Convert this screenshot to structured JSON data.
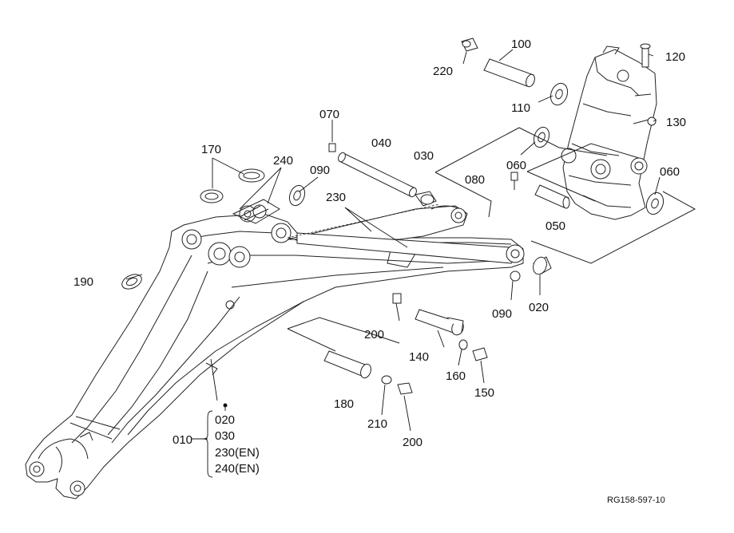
{
  "diagram": {
    "reference": "RG158-597-10",
    "labels": {
      "p010": "010",
      "p020a": "020",
      "p020b": "020",
      "p030a": "030",
      "p030b": "030",
      "p040": "040",
      "p050": "050",
      "p060a": "060",
      "p060b": "060",
      "p070": "070",
      "p080": "080",
      "p090a": "090",
      "p090b": "090",
      "p100": "100",
      "p110": "110",
      "p120": "120",
      "p130": "130",
      "p140": "140",
      "p150": "150",
      "p160": "160",
      "p170": "170",
      "p180": "180",
      "p190": "190",
      "p200a": "200",
      "p200b": "200",
      "p210": "210",
      "p220": "220",
      "p230a": "230",
      "p230b": "230(EN)",
      "p240a": "240",
      "p240b": "240(EN)"
    }
  }
}
